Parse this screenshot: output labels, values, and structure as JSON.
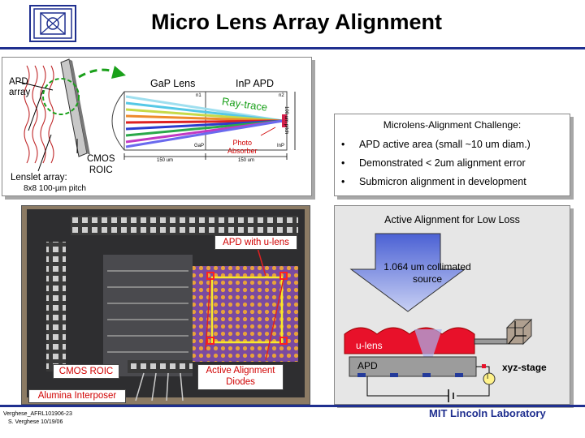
{
  "title": "Micro Lens Array Alignment",
  "diagram": {
    "apd_array": "APD\narray",
    "apd_array_l1": "APD",
    "apd_array_l2": "array",
    "gap_lens": "GaP Lens",
    "inp_apd": "InP APD",
    "ray_trace": "Ray-trace",
    "photo_absorber_l1": "Photo",
    "photo_absorber_l2": "Absorber",
    "cmos_roic_l1": "CMOS",
    "cmos_roic_l2": "ROIC",
    "lenslet_l1": "Lenslet array:",
    "lenslet_l2": "8x8 100-µm pitch",
    "dim_150_a": "150 um",
    "dim_150_b": "150 um",
    "dim_100": "100 um pitch",
    "n1": "n1",
    "n2": "n2",
    "gap_small": "GaP",
    "inp_small": "InP"
  },
  "challenge": {
    "title": "Microlens-Alignment Challenge:",
    "bullets": [
      "APD active area (small ~10 um diam.)",
      "Demonstrated < 2um alignment error",
      "Submicron alignment in development"
    ]
  },
  "chip": {
    "apd_ulens": "APD with u-lens",
    "cmos_roic": "CMOS ROIC",
    "active_alignment_l1": "Active Alignment",
    "active_alignment_l2": "Diodes",
    "alumina": "Alumina Interposer"
  },
  "align": {
    "title": "Active Alignment for Low Loss",
    "source_l1": "1.064 um collimated",
    "source_l2": "source",
    "ulens": "u-lens",
    "apd": "APD",
    "xyz": "xyz-stage",
    "meter": "I"
  },
  "footer": {
    "left1": "Verghese_AFRL101906-23",
    "left2": "S. Verghese 10/19/06",
    "right": "MIT Lincoln Laboratory"
  },
  "colors": {
    "brand_blue": "#1f2f8f",
    "label_red": "#d00000",
    "ray_green": "#1aa01a"
  }
}
